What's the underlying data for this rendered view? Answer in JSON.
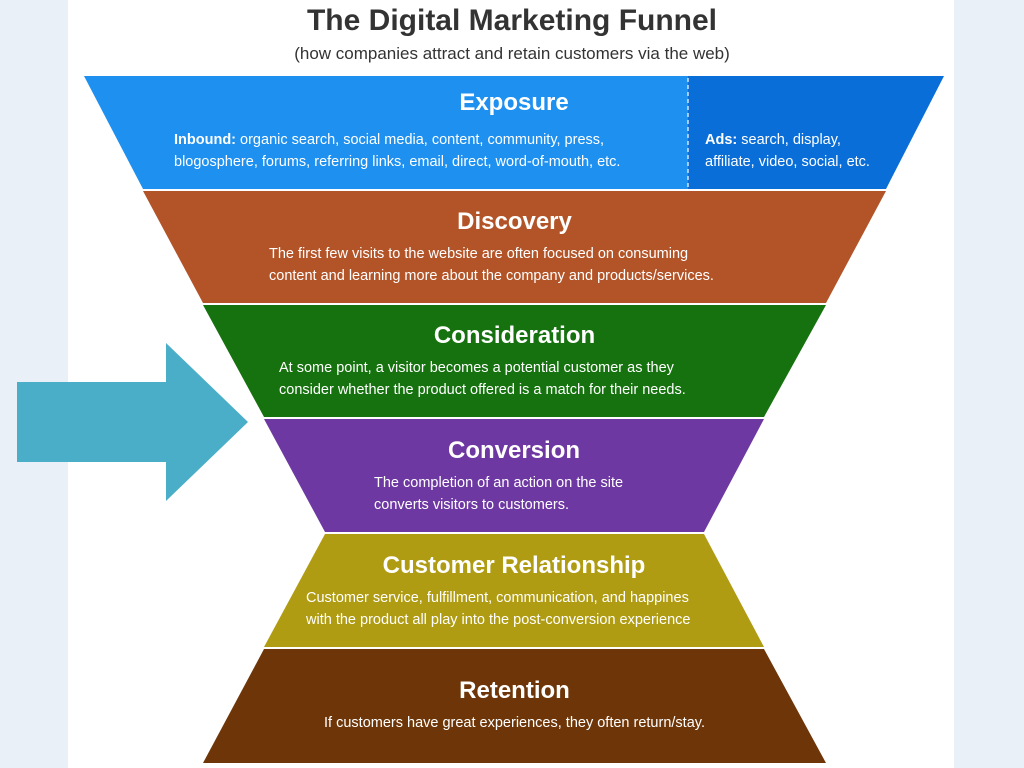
{
  "title": "The Digital Marketing Funnel",
  "subtitle": "(how companies attract and retain customers via the web)",
  "stages": [
    {
      "name": "Exposure",
      "color": "#1e90f0",
      "ads_color": "#0a6ed8",
      "inbound_label": "Inbound:",
      "inbound_text_1": " organic search, social media, content, community, press,",
      "inbound_text_2": "blogosphere, forums, referring links, email, direct, word-of-mouth, etc.",
      "ads_label": "Ads:",
      "ads_text_1": " search, display,",
      "ads_text_2": "affiliate, video, social, etc."
    },
    {
      "name": "Discovery",
      "color": "#b35428",
      "line1": "The first few visits to the website are often focused on consuming",
      "line2": "content and learning more about the company and products/services."
    },
    {
      "name": "Consideration",
      "color": "#16720f",
      "line1": "At some point, a visitor becomes a potential customer as they",
      "line2": "consider whether the product offered is a match for their needs."
    },
    {
      "name": "Conversion",
      "color": "#6e38a2",
      "line1": "The completion of an action on the site",
      "line2": "converts visitors to customers."
    },
    {
      "name": "Customer Relationship",
      "color": "#b09c12",
      "line1": "Customer service, fulfillment, communication, and happines",
      "line2": "with the product all play into the post-conversion experience"
    },
    {
      "name": "Retention",
      "color": "#6e3608",
      "line1": "If customers have great experiences, they often return/stay."
    }
  ],
  "arrow_color": "#4aaec8"
}
